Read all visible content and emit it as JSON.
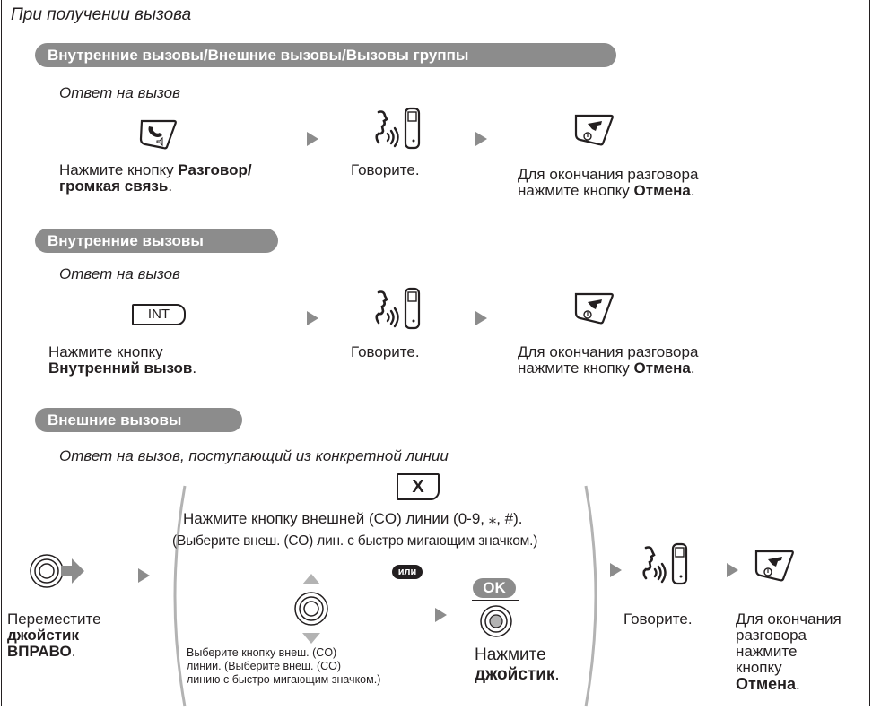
{
  "title": "При получении вызова",
  "section1": {
    "banner": "Внутренние вызовы/Внешние вызовы/Вызовы группы",
    "subhead": "Ответ на вызов",
    "step1_line1_pre": "Нажмите кнопку ",
    "step1_line1_bold": "Разговор/",
    "step1_line2_bold": "громкая связь",
    "step1_line2_end": ".",
    "step2": "Говорите.",
    "step3_line1": "Для окончания разговора",
    "step3_line2_pre": "нажмите кнопку ",
    "step3_line2_bold": "Отмена",
    "step3_line2_end": "."
  },
  "section2": {
    "banner": "Внутренние вызовы",
    "subhead": "Ответ на вызов",
    "int_label": "INT",
    "step1_line1": "Нажмите кнопку",
    "step1_line2_bold": "Внутренний вызов",
    "step1_line2_end": ".",
    "step2": "Говорите.",
    "step3_line1": "Для окончания разговора",
    "step3_line2_pre": "нажмите кнопку ",
    "step3_line2_bold": "Отмена",
    "step3_line2_end": "."
  },
  "section3": {
    "banner": "Внешние вызовы",
    "subhead": "Ответ на вызов, поступающий из конкретной линии",
    "x_label": "X",
    "co_line1": "Нажмите кнопку внешней (CO) линии (0-9, ⁎, #).",
    "co_line2": "(Выберите внеш. (CO) лин. с быстро мигающим значком.)",
    "or_label": "или",
    "joy_line1": "Переместите",
    "joy_line2": "джойстик",
    "joy_line3": "ВПРАВО",
    "joy_line3_end": ".",
    "select_line1": "Выберите кнопку внеш. (CO)",
    "select_line2": "линии. (Выберите внеш. (CO)",
    "select_line3": "линию с быстро мигающим значком.)",
    "ok_label": "OK",
    "press_line1": "Нажмите",
    "press_line2_bold": "джойстик",
    "press_line2_end": ".",
    "talk": "Говорите.",
    "end_line1": "Для окончания",
    "end_line2": "разговора",
    "end_line3": "нажмите",
    "end_line4": "кнопку",
    "end_line5_bold": "Отмена",
    "end_line5_end": "."
  },
  "colors": {
    "banner": "#8c8c8c",
    "text": "#231f20",
    "arrow": "#8c8c8c"
  }
}
